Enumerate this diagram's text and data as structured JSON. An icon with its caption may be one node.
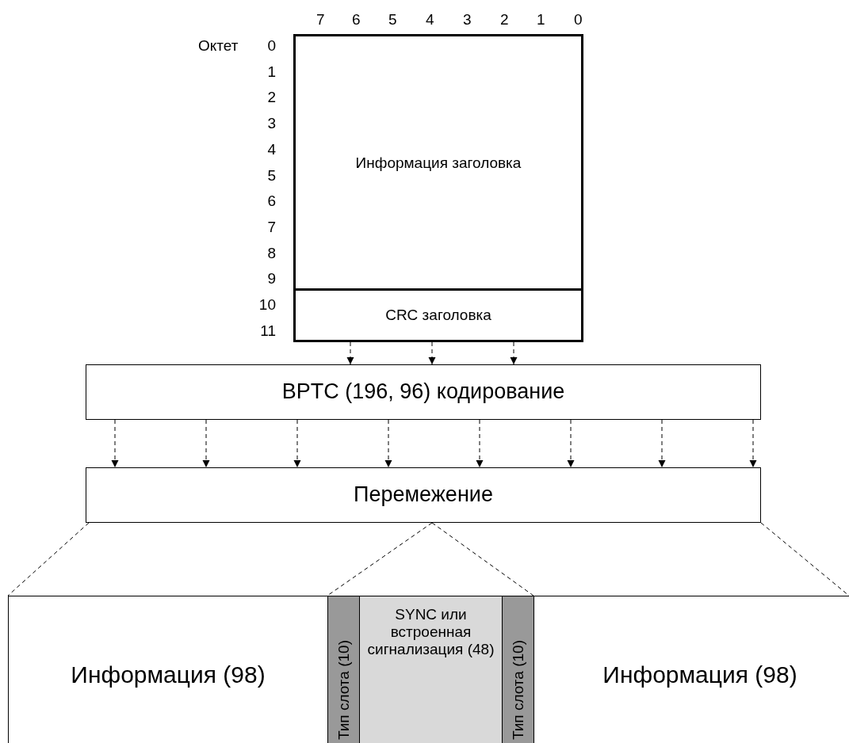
{
  "diagram": {
    "nodes": [
      {
        "text": [
          "Информация заголовка"
        ]
      },
      {
        "text": [
          "CRC заголовка"
        ]
      },
      {
        "text": [
          "BPTC (196, 96) кодирование"
        ]
      },
      {
        "text": [
          "Перемежение"
        ]
      },
      {
        "text": [
          "Информация (98)"
        ]
      },
      {
        "text": [
          "Тип слота (10)"
        ]
      },
      {
        "text": [
          "SYNC или встроенная сигнализация (48)"
        ]
      },
      {
        "text": [
          "Тип слота (10)"
        ]
      },
      {
        "text": [
          "Информация (98)"
        ]
      }
    ],
    "edges": [
      {
        "from": 1,
        "to": 2,
        "arrow": "to",
        "style": "dashed"
      },
      {
        "from": 1,
        "to": 2,
        "arrow": "to",
        "style": "dashed"
      },
      {
        "from": 1,
        "to": 2,
        "arrow": "to",
        "style": "dashed"
      },
      {
        "from": 2,
        "to": 3,
        "arrow": "to",
        "style": "dashed"
      },
      {
        "from": 2,
        "to": 3,
        "arrow": "to",
        "style": "dashed"
      },
      {
        "from": 2,
        "to": 3,
        "arrow": "to",
        "style": "dashed"
      },
      {
        "from": 2,
        "to": 3,
        "arrow": "to",
        "style": "dashed"
      },
      {
        "from": 2,
        "to": 3,
        "arrow": "to",
        "style": "dashed"
      },
      {
        "from": 2,
        "to": 3,
        "arrow": "to",
        "style": "dashed"
      },
      {
        "from": 2,
        "to": 3,
        "arrow": "to",
        "style": "dashed"
      },
      {
        "from": 2,
        "to": 3,
        "arrow": "to",
        "style": "dashed"
      },
      {
        "from": 3,
        "to": 4,
        "arrow": "none",
        "style": "dashed"
      },
      {
        "from": 3,
        "to": 5,
        "arrow": "none",
        "style": "dashed"
      },
      {
        "from": 3,
        "to": 7,
        "arrow": "none",
        "style": "dashed"
      },
      {
        "from": 3,
        "to": 8,
        "arrow": "none",
        "style": "dashed"
      }
    ],
    "labels": [
      "7",
      "6",
      "5",
      "4",
      "3",
      "2",
      "1",
      "0",
      "Октет",
      "0",
      "1",
      "2",
      "3",
      "4",
      "5",
      "6",
      "7",
      "8",
      "9",
      "10",
      "11"
    ]
  }
}
